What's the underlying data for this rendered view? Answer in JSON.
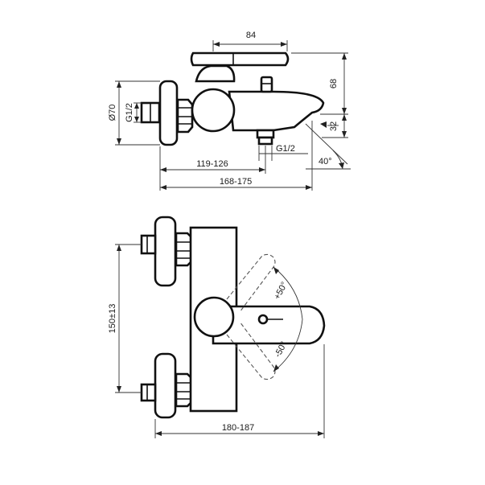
{
  "dimensions": {
    "top_width": "84",
    "height_68": "68",
    "height_32": "32",
    "diameter": "Ø70",
    "thread_inlet": "G1/2",
    "thread_outlet": "G1/2",
    "spout_angle": "40°",
    "spout_reach": "119-126",
    "total_reach": "168-175",
    "centers": "150±13",
    "lever_up": "+50°",
    "lever_down": "-50°",
    "front_reach": "180-187"
  }
}
